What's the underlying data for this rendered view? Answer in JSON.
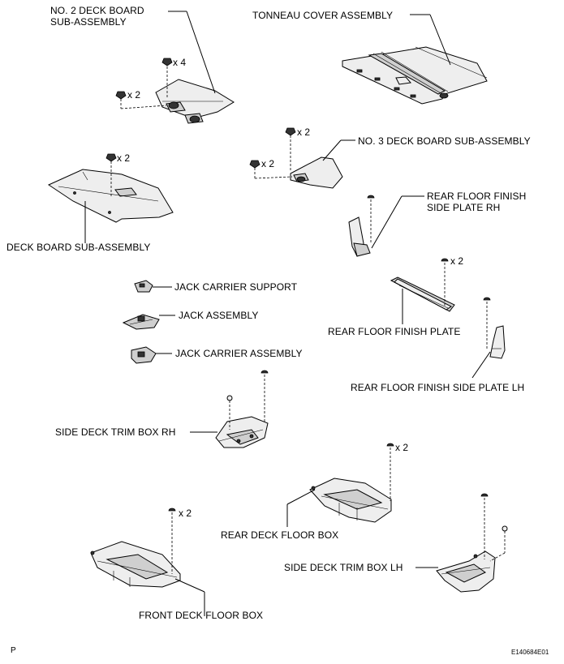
{
  "labels": {
    "no2_deck_board_line1": "NO. 2 DECK BOARD",
    "no2_deck_board_line2": "SUB-ASSEMBLY",
    "tonneau_cover": "TONNEAU COVER ASSEMBLY",
    "no3_deck_board": "NO. 3 DECK BOARD SUB-ASSEMBLY",
    "rear_floor_finish_side_plate_rh_line1": "REAR FLOOR FINISH",
    "rear_floor_finish_side_plate_rh_line2": "SIDE PLATE RH",
    "deck_board": "DECK BOARD SUB-ASSEMBLY",
    "jack_carrier_support": "JACK CARRIER SUPPORT",
    "jack_assembly": "JACK ASSEMBLY",
    "jack_carrier_assembly": "JACK CARRIER ASSEMBLY",
    "rear_floor_finish_plate": "REAR FLOOR FINISH PLATE",
    "rear_floor_finish_side_plate_lh": "REAR FLOOR FINISH SIDE PLATE LH",
    "side_deck_trim_box_rh": "SIDE DECK TRIM BOX RH",
    "rear_deck_floor_box": "REAR DECK FLOOR BOX",
    "front_deck_floor_box": "FRONT DECK FLOOR BOX",
    "side_deck_trim_box_lh": "SIDE DECK TRIM BOX LH"
  },
  "quantities": {
    "no2_bolt_top": "x 4",
    "no2_bolt_left": "x 2",
    "deck_board_bolt": "x 2",
    "no3_bolt_top": "x 2",
    "no3_bolt_left": "x 2",
    "rear_floor_finish_plate_clip": "x 2",
    "rear_deck_floor_box_clip": "x 2",
    "front_deck_floor_box_clip": "x 2"
  },
  "footer": {
    "left_code": "P",
    "right_code": "E140684E01"
  }
}
